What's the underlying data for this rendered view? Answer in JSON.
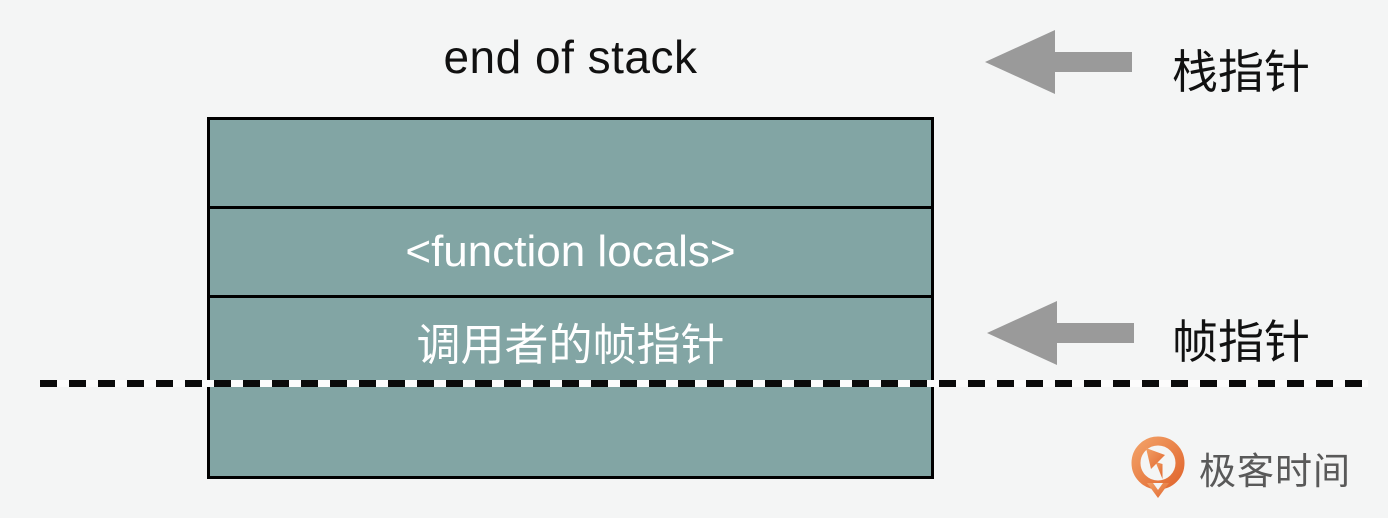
{
  "page": {
    "background_color": "#f4f5f5"
  },
  "diagram": {
    "end_label": "end of stack",
    "stack_rows": [
      {
        "text": ""
      },
      {
        "text": "<function locals>"
      },
      {
        "text": "调用者的帧指针"
      },
      {
        "text": ""
      }
    ],
    "stack_pointer_label": "栈指针",
    "frame_pointer_label": "帧指针",
    "colors": {
      "cell_fill": "#82a5a4",
      "border": "#000000",
      "arrow": "#9a9a9a",
      "cell_text": "#ffffff",
      "label_text": "#111111"
    }
  },
  "watermark": {
    "brand": "极客时间",
    "icon": "geektime-logo-icon",
    "text_color": "#595959",
    "accent_orange": "#e8763f"
  }
}
